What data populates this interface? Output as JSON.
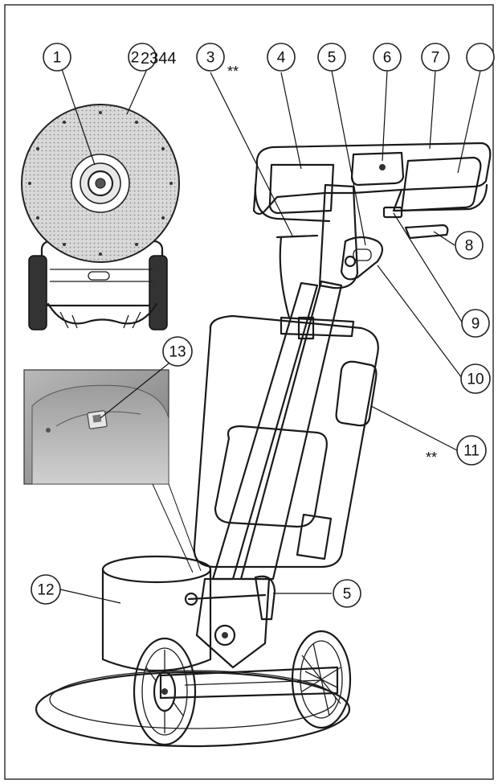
{
  "figure_code": "2344",
  "note_marker": "**",
  "callouts": [
    {
      "id": "c1",
      "label": "1"
    },
    {
      "id": "c2",
      "label": "2"
    },
    {
      "id": "c3",
      "label": "3"
    },
    {
      "id": "c4",
      "label": "4"
    },
    {
      "id": "c5top",
      "label": "5"
    },
    {
      "id": "c6",
      "label": "6"
    },
    {
      "id": "c7",
      "label": "7"
    },
    {
      "id": "c8",
      "label": "8"
    },
    {
      "id": "c9",
      "label": "9"
    },
    {
      "id": "c10",
      "label": "10"
    },
    {
      "id": "c11",
      "label": "11"
    },
    {
      "id": "c12",
      "label": "12"
    },
    {
      "id": "c13",
      "label": "13"
    },
    {
      "id": "c5bot",
      "label": "5"
    }
  ]
}
